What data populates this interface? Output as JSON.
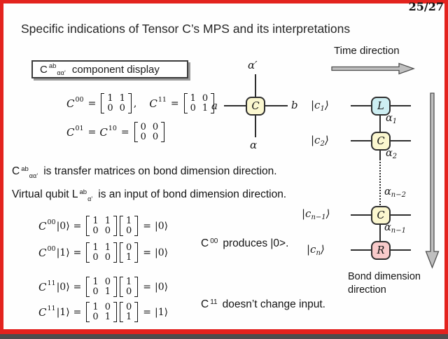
{
  "page_number": "25/27",
  "title": "Specific indications of Tensor C’s MPS and its interpretations",
  "symbols": {
    "equals": "=",
    "comma": ","
  },
  "component_box": {
    "base": "C",
    "sup": "ab",
    "sub": "αα’",
    "label": "component display"
  },
  "matrix_display": {
    "m1": {
      "base": "C",
      "sup": "00",
      "cells": [
        "1",
        "1",
        "0",
        "0"
      ]
    },
    "m2": {
      "base": "C",
      "sup": "11",
      "cells": [
        "1",
        "0",
        "0",
        "1"
      ]
    },
    "row2": {
      "b1": "C",
      "s1": "01",
      "b2": "C",
      "s2": "10",
      "cells": [
        "0",
        "0",
        "0",
        "0"
      ]
    }
  },
  "tensor_diagram": {
    "top_label": "α′",
    "left_label": "a",
    "node": "C",
    "right_label": "b",
    "bottom_label": "α"
  },
  "time_direction_label": "Time direction",
  "statements": {
    "line1": {
      "base": "C",
      "sup": "ab",
      "sub": "αα’",
      "rest": "is transfer matrices on bond dimension direction."
    },
    "line2": {
      "base": "Virtual qubit L",
      "sup": "ab",
      "sub": "α’",
      "rest": "is an input of bond dimension direction."
    }
  },
  "kernel_equations": [
    {
      "base": "C",
      "sup": "00",
      "ket": "|0⟩",
      "mat": [
        "1",
        "1",
        "0",
        "0"
      ],
      "vec": [
        "1",
        "0"
      ],
      "result": "|0⟩"
    },
    {
      "base": "C",
      "sup": "00",
      "ket": "|1⟩",
      "mat": [
        "1",
        "1",
        "0",
        "0"
      ],
      "vec": [
        "0",
        "1"
      ],
      "result": "|0⟩"
    },
    {
      "base": "C",
      "sup": "11",
      "ket": "|0⟩",
      "mat": [
        "1",
        "0",
        "0",
        "1"
      ],
      "vec": [
        "1",
        "0"
      ],
      "result": "|0⟩"
    },
    {
      "base": "C",
      "sup": "11",
      "ket": "|1⟩",
      "mat": [
        "1",
        "0",
        "0",
        "1"
      ],
      "vec": [
        "0",
        "1"
      ],
      "result": "|1⟩"
    }
  ],
  "notes": {
    "note1": {
      "base": "C",
      "sup": "00",
      "text": "produces |0>."
    },
    "note2": {
      "base": "C",
      "sup": "11",
      "text": "doesn’t change input."
    }
  },
  "mps_chain": {
    "kets": [
      {
        "pre": "|c",
        "sub": "1",
        "post": "⟩"
      },
      {
        "pre": "|c",
        "sub": "2",
        "post": "⟩"
      },
      {
        "pre": "|c",
        "sub": "n−1",
        "post": "⟩"
      },
      {
        "pre": "|c",
        "sub": "n",
        "post": "⟩"
      }
    ],
    "nodes": [
      "L",
      "C",
      "C",
      "R"
    ],
    "bonds": [
      {
        "base": "α",
        "sub": "1"
      },
      {
        "base": "α",
        "sub": "2"
      },
      {
        "base": "α",
        "sub": "n−2"
      },
      {
        "base": "α",
        "sub": "n−1"
      }
    ]
  },
  "bond_direction": {
    "line1": "Bond dimension",
    "line2": "direction"
  },
  "colors": {
    "border_red": "#e3231e",
    "node_yellow": "#fbf7cf",
    "node_cyan": "#cdeef2",
    "node_pink": "#f8caca",
    "arrow_gray": "#bfbfbf",
    "text": "#1c1c1c"
  }
}
